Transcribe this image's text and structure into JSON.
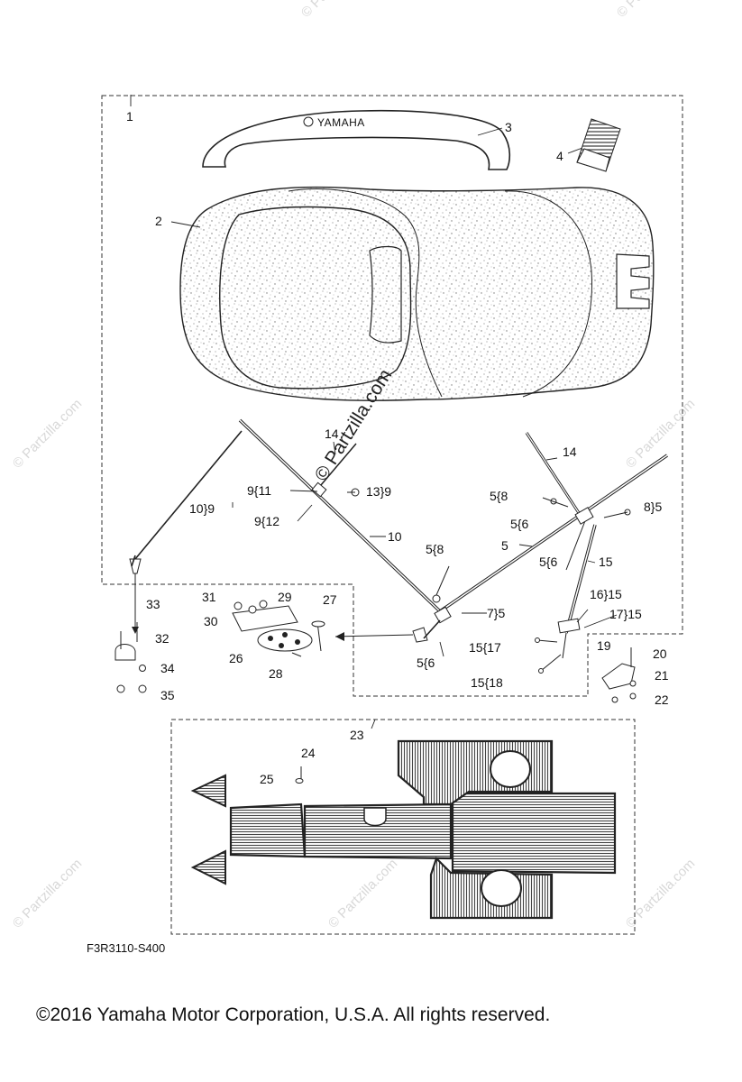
{
  "labels": {
    "l1": "1",
    "l2": "2",
    "l3": "3",
    "l4": "4",
    "l9_11": "9{11",
    "l9_12": "9{12",
    "l10_9": "10}9",
    "l10": "10",
    "l13_9": "13}9",
    "l14a": "14",
    "l14b": "14",
    "l5_8a": "5{8",
    "l5_6a": "5{6",
    "l8_5": "8}5",
    "l5": "5",
    "l5_6b": "5{6",
    "l15": "15",
    "l5_8b": "5{8",
    "l16_15": "16}15",
    "l7_5": "7}5",
    "l17_15": "17}15",
    "l15_17": "15{17",
    "l15_18": "15{18",
    "l5_6c": "5{6",
    "l19": "19",
    "l20": "20",
    "l21": "21",
    "l22": "22",
    "l23": "23",
    "l24": "24",
    "l25": "25",
    "l26": "26",
    "l27": "27",
    "l28": "28",
    "l29": "29",
    "l30": "30",
    "l31": "31",
    "l32": "32",
    "l33": "33",
    "l34": "34",
    "l35": "35"
  },
  "brand": "YAMAHA",
  "watermark": "© Partzilla.com",
  "watermark_small": "© Partzilla.com",
  "diagram_code": "F3R3110-S400",
  "copyright": "©2016  Yamaha Motor Corporation, U.S.A. All rights reserved."
}
